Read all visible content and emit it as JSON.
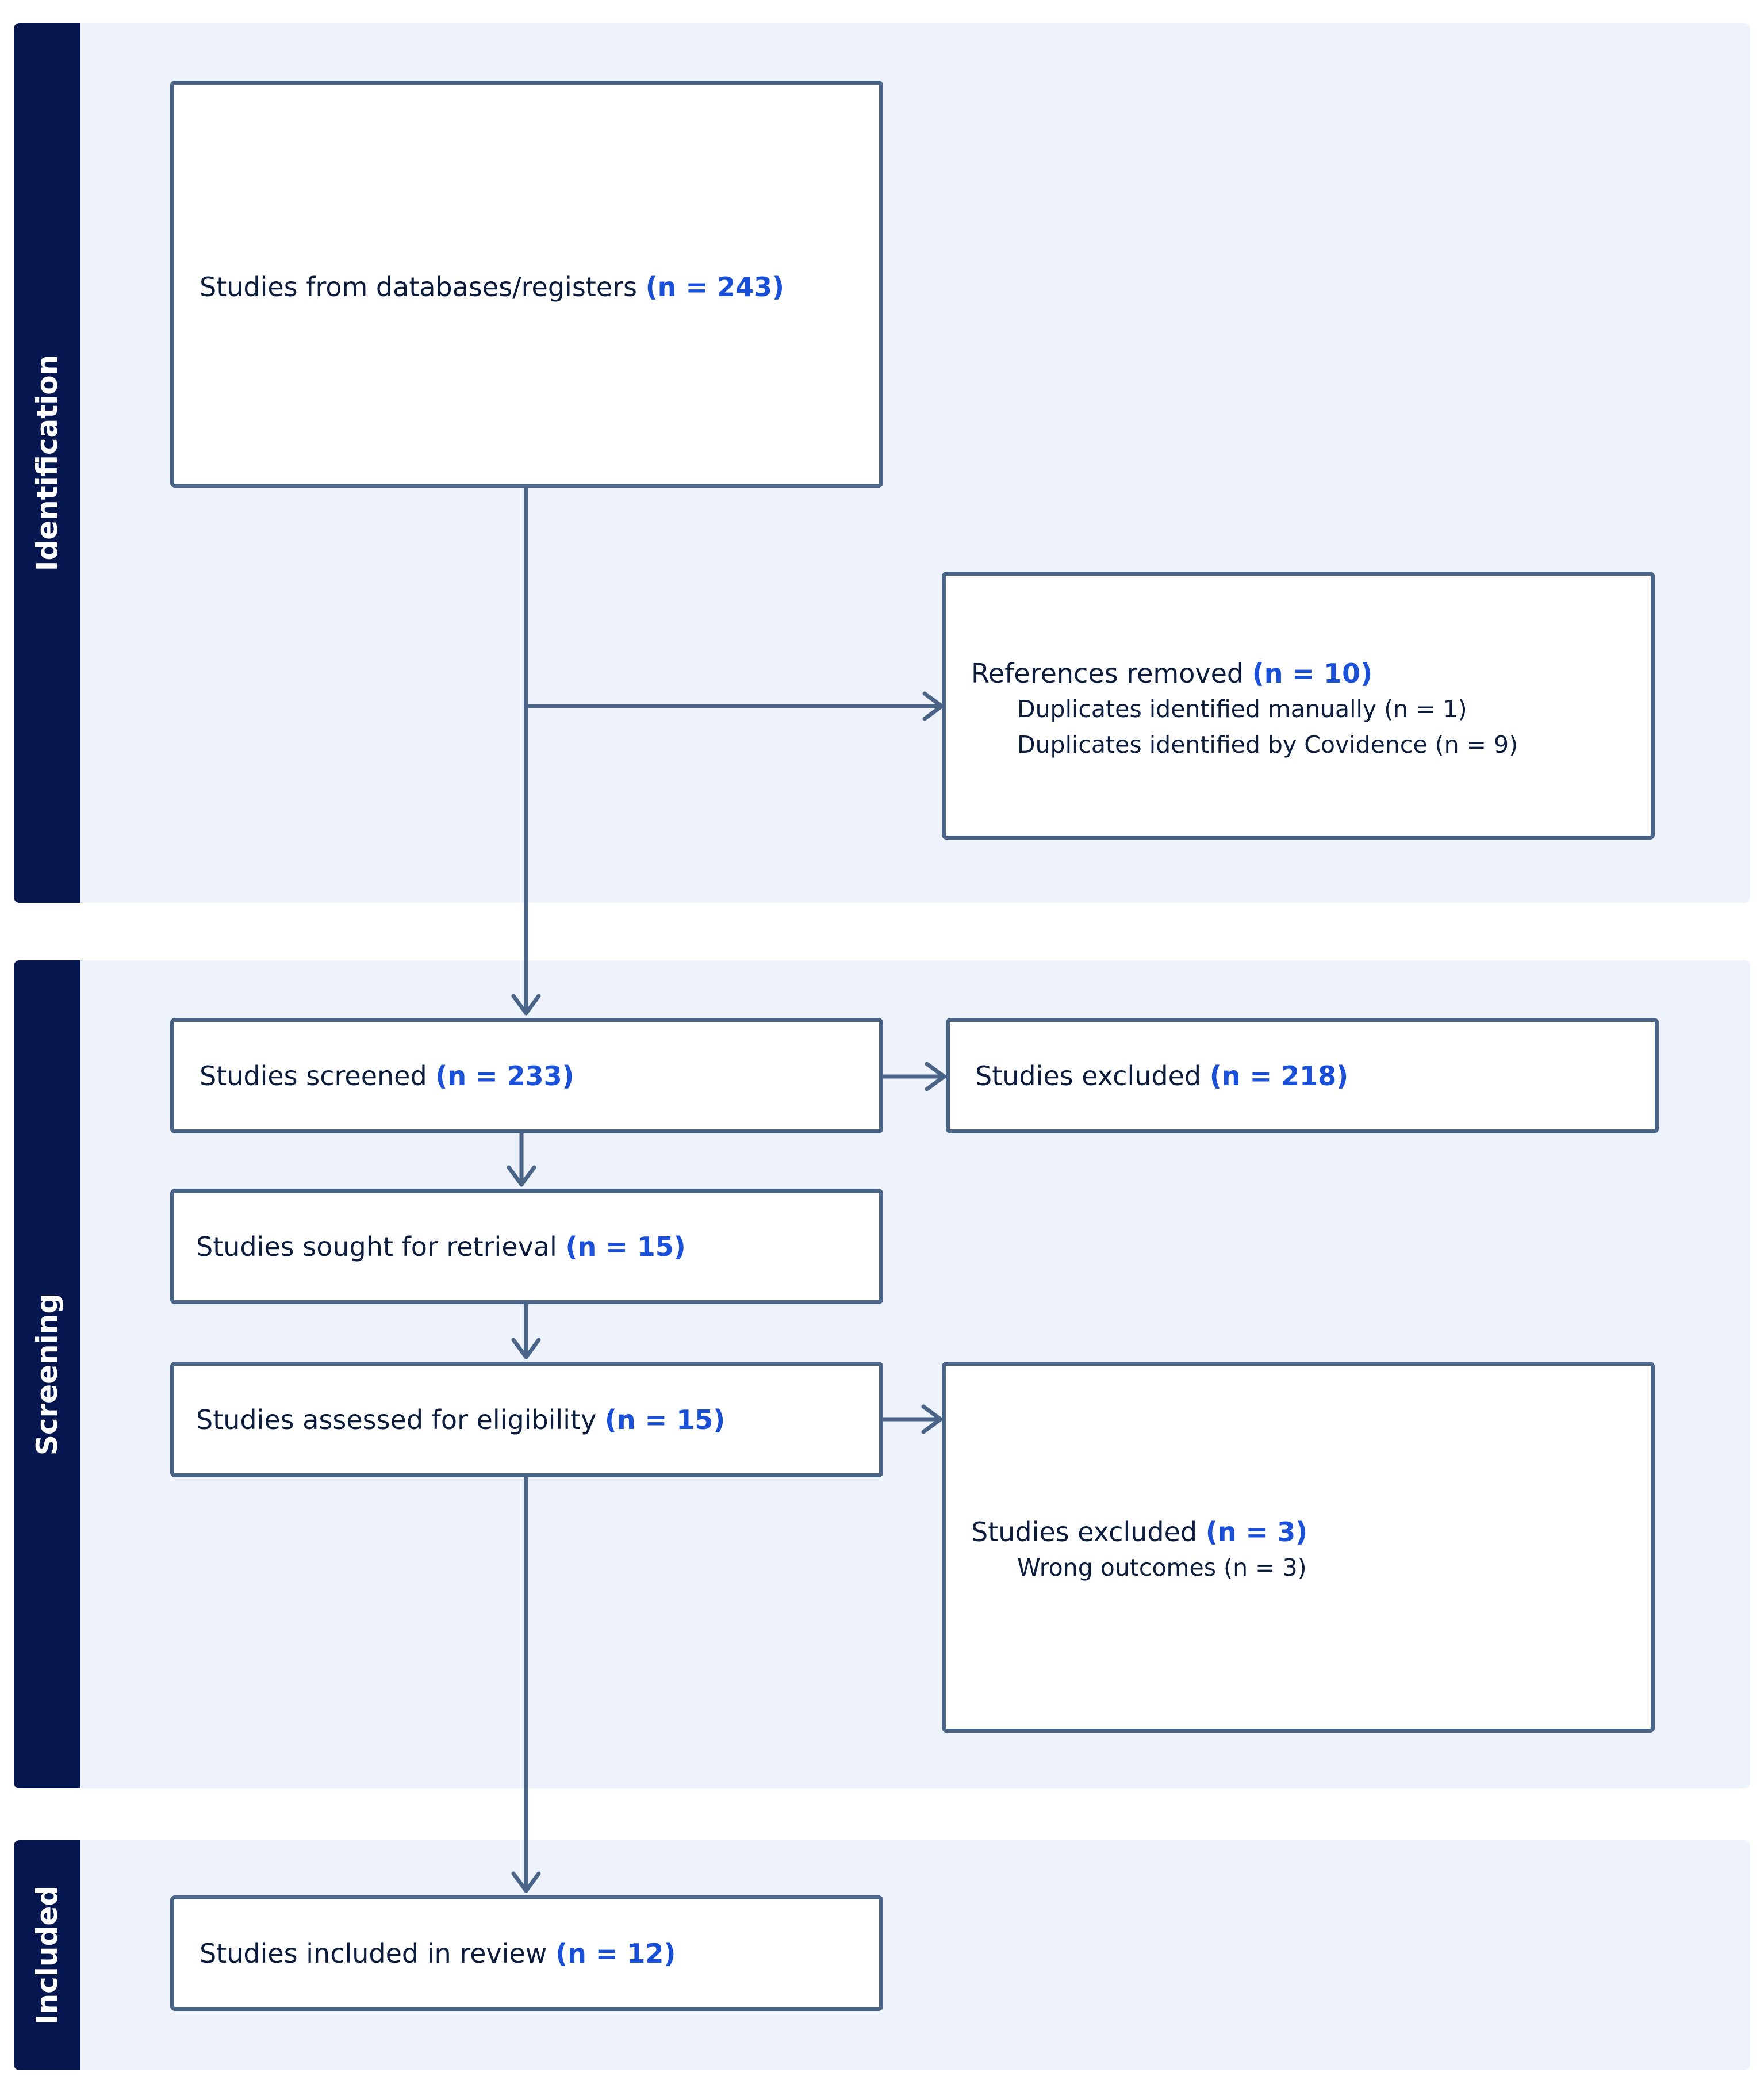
{
  "phases": {
    "identification": "Identification",
    "screening": "Screening",
    "included": "Included"
  },
  "boxes": {
    "records": {
      "label": "Studies from databases/registers",
      "count": "(n = 243)"
    },
    "removed": {
      "label": "References removed",
      "count": "(n = 10)",
      "details": [
        "Duplicates identified manually (n = 1)",
        "Duplicates identified by Covidence (n = 9)"
      ]
    },
    "screened": {
      "label": "Studies screened",
      "count": "(n = 233)"
    },
    "excluded_screening": {
      "label": "Studies excluded",
      "count": "(n = 218)"
    },
    "retrieval": {
      "label": "Studies sought for retrieval",
      "count": "(n = 15)"
    },
    "eligibility": {
      "label": "Studies assessed for eligibility",
      "count": "(n = 15)"
    },
    "excluded_eligibility": {
      "label": "Studies excluded",
      "count": "(n = 3)",
      "details": [
        "Wrong outcomes (n = 3)"
      ]
    },
    "included": {
      "label": "Studies included in review",
      "count": "(n = 12)"
    }
  },
  "colors": {
    "band_background": "#eef3fb",
    "phase_tab": "#06164f",
    "box_border": "#4a6487",
    "arrow": "#4a6487",
    "count_text": "#1a4fd8",
    "body_text": "#0b1c3d"
  }
}
